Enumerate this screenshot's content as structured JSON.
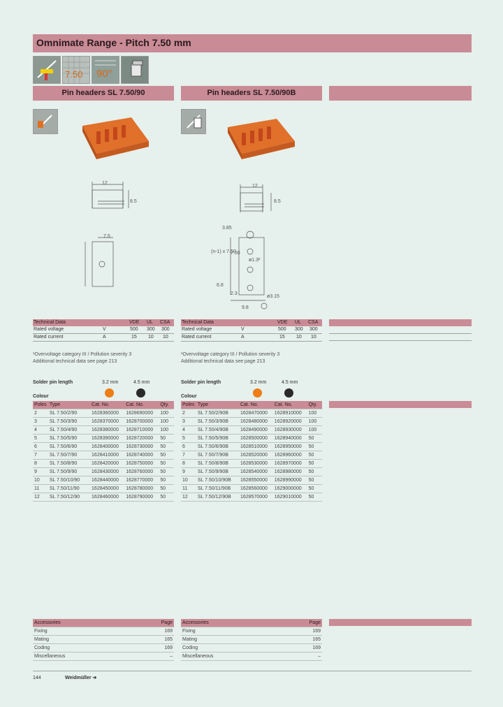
{
  "header": {
    "title": "Omnimate Range - Pitch 7.50 mm"
  },
  "icons": [
    {
      "name": "pcb-angle-icon"
    },
    {
      "name": "pitch-750-icon",
      "text": "7.50"
    },
    {
      "name": "angle-90-icon",
      "text": "90°"
    },
    {
      "name": "connector-block-icon"
    }
  ],
  "columns": [
    {
      "title": "Pin headers SL 7.50/90",
      "dims": {
        "top": "12",
        "side": "8.5",
        "pitch": "7.5"
      },
      "tech": {
        "header": [
          "Technical Data",
          "VDE",
          "UL",
          "CSA"
        ],
        "rows": [
          [
            "Rated voltage",
            "V",
            "500",
            "300",
            "300"
          ],
          [
            "Rated current",
            "A",
            "15",
            "10",
            "10"
          ]
        ],
        "notes": [
          "¹Overvoltage category III / Pollution severity 3",
          "Additional technical data see page 213"
        ]
      },
      "pins": {
        "label": "Solder pin length",
        "v1": "3.2 mm",
        "v2": "4.5 mm",
        "colour": "Colour"
      },
      "parts": {
        "header": [
          "Poles",
          "Type",
          "Cat. No.",
          "Cat. No.",
          "Qty."
        ],
        "rows": [
          [
            "2",
            "SL 7.50/2/90",
            "1628360000",
            "1628690000",
            "100"
          ],
          [
            "3",
            "SL 7.50/3/90",
            "1628370000",
            "1628700000",
            "100"
          ],
          [
            "4",
            "SL 7.50/4/90",
            "1628380000",
            "1628710000",
            "100"
          ],
          [
            "5",
            "SL 7.50/5/90",
            "1628390000",
            "1628720000",
            "50"
          ],
          [
            "6",
            "SL 7.50/6/90",
            "1628400000",
            "1628730000",
            "50"
          ],
          [
            "7",
            "SL 7.50/7/90",
            "1628410000",
            "1628740000",
            "50"
          ],
          [
            "8",
            "SL 7.50/8/90",
            "1628420000",
            "1628750000",
            "50"
          ],
          [
            "9",
            "SL 7.50/9/90",
            "1628430000",
            "1628760000",
            "50"
          ],
          [
            "10",
            "SL 7.50/10/90",
            "1628440000",
            "1628770000",
            "50"
          ],
          [
            "11",
            "SL 7.50/11/90",
            "1628450000",
            "1628780000",
            "50"
          ],
          [
            "12",
            "SL 7.50/12/90",
            "1628460000",
            "1628790000",
            "50"
          ]
        ]
      },
      "acc": {
        "header": [
          "Accessories",
          "Page"
        ],
        "rows": [
          [
            "Fixing",
            "169"
          ],
          [
            "Mating",
            "165"
          ],
          [
            "Coding",
            "169"
          ],
          [
            "Miscellaneous",
            "–"
          ]
        ]
      }
    },
    {
      "title": "Pin headers SL 7.50/90B",
      "dims": {
        "top": "12",
        "side": "8.5",
        "a": "3.85",
        "b": "(n-1) x 7.50",
        "c": "7.50",
        "d": "ø1.3²",
        "e": "6.8",
        "f": "2.3",
        "g": "9.8",
        "h": "ø3.15"
      },
      "tech": {
        "header": [
          "Technical Data",
          "VDE",
          "UL",
          "CSA"
        ],
        "rows": [
          [
            "Rated voltage",
            "V",
            "500",
            "300",
            "300"
          ],
          [
            "Rated current",
            "A",
            "15",
            "10",
            "10"
          ]
        ],
        "notes": [
          "¹Overvoltage category III / Pollution severity 3",
          "Additional technical data see page 213"
        ]
      },
      "pins": {
        "label": "Solder pin length",
        "v1": "3.2 mm",
        "v2": "4.5 mm",
        "colour": "Colour"
      },
      "parts": {
        "header": [
          "Poles",
          "Type",
          "Cat. No.",
          "Cat. No.",
          "Qty."
        ],
        "rows": [
          [
            "2",
            "SL 7.50/2/90B",
            "1628470000",
            "1628910000",
            "100"
          ],
          [
            "3",
            "SL 7.50/3/90B",
            "1628480000",
            "1628920000",
            "100"
          ],
          [
            "4",
            "SL 7.50/4/90B",
            "1628490000",
            "1628930000",
            "100"
          ],
          [
            "5",
            "SL 7.50/5/90B",
            "1628500000",
            "1628940000",
            "50"
          ],
          [
            "6",
            "SL 7.50/6/90B",
            "1628510000",
            "1628950000",
            "50"
          ],
          [
            "7",
            "SL 7.50/7/90B",
            "1628520000",
            "1628960000",
            "50"
          ],
          [
            "8",
            "SL 7.50/8/90B",
            "1628530000",
            "1628970000",
            "50"
          ],
          [
            "9",
            "SL 7.50/9/90B",
            "1628540000",
            "1628980000",
            "50"
          ],
          [
            "10",
            "SL 7.50/10/90B",
            "1628550000",
            "1628990000",
            "50"
          ],
          [
            "11",
            "SL 7.50/11/90B",
            "1628560000",
            "1629000000",
            "50"
          ],
          [
            "12",
            "SL 7.50/12/90B",
            "1628570000",
            "1629010000",
            "50"
          ]
        ]
      },
      "acc": {
        "header": [
          "Accessories",
          "Page"
        ],
        "rows": [
          [
            "Fixing",
            "169"
          ],
          [
            "Mating",
            "165"
          ],
          [
            "Coding",
            "169"
          ],
          [
            "Miscellaneous",
            "–"
          ]
        ]
      }
    }
  ],
  "colors": {
    "orange": "#ee7d16",
    "black": "#2a2a2a",
    "accent": "#c98b95"
  },
  "footer": {
    "page": "144",
    "brand": "Weidmüller ➔"
  }
}
